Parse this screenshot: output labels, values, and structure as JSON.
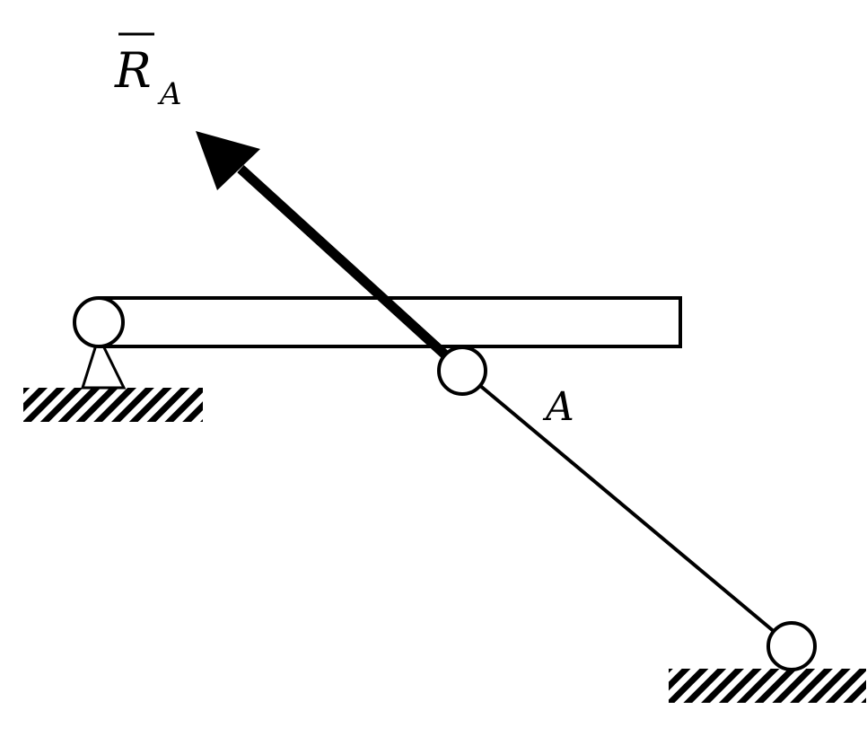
{
  "labels": {
    "reaction_symbol": "R",
    "reaction_subscript": "A",
    "point_label": "A"
  },
  "colors": {
    "ink": "#000000",
    "background": "#ffffff"
  }
}
